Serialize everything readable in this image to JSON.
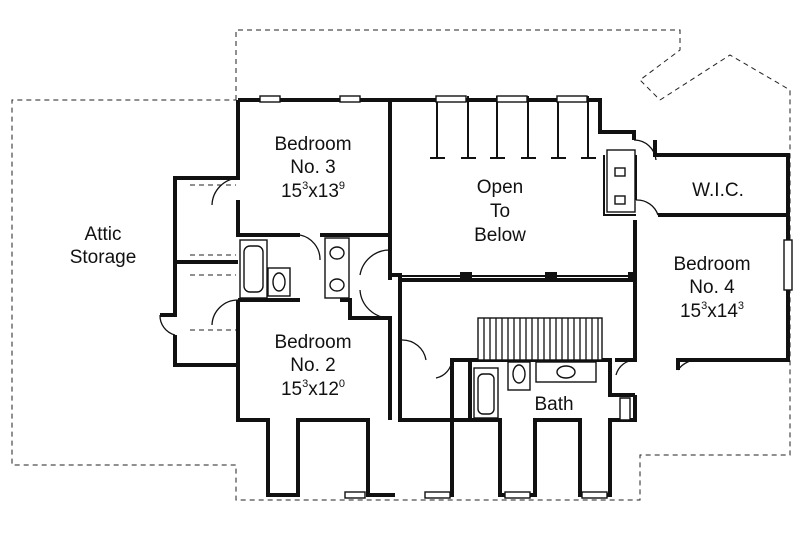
{
  "rooms": {
    "attic": {
      "line1": "Attic",
      "line2": "Storage"
    },
    "bedroom3": {
      "line1": "Bedroom",
      "line2": "No. 3",
      "base_a": "15",
      "sup_a": "3",
      "sep": "x13",
      "sup_b": "9"
    },
    "open": {
      "line1": "Open",
      "line2": "To",
      "line3": "Below"
    },
    "wic": {
      "line1": "W.I.C."
    },
    "bedroom4": {
      "line1": "Bedroom",
      "line2": "No. 4",
      "base_a": "15",
      "sup_a": "3",
      "sep": "x14",
      "sup_b": "3"
    },
    "bedroom2": {
      "line1": "Bedroom",
      "line2": "No. 2",
      "base_a": "15",
      "sup_a": "3",
      "sep": "x12",
      "sup_b": "0"
    },
    "bath": {
      "line1": "Bath"
    }
  }
}
